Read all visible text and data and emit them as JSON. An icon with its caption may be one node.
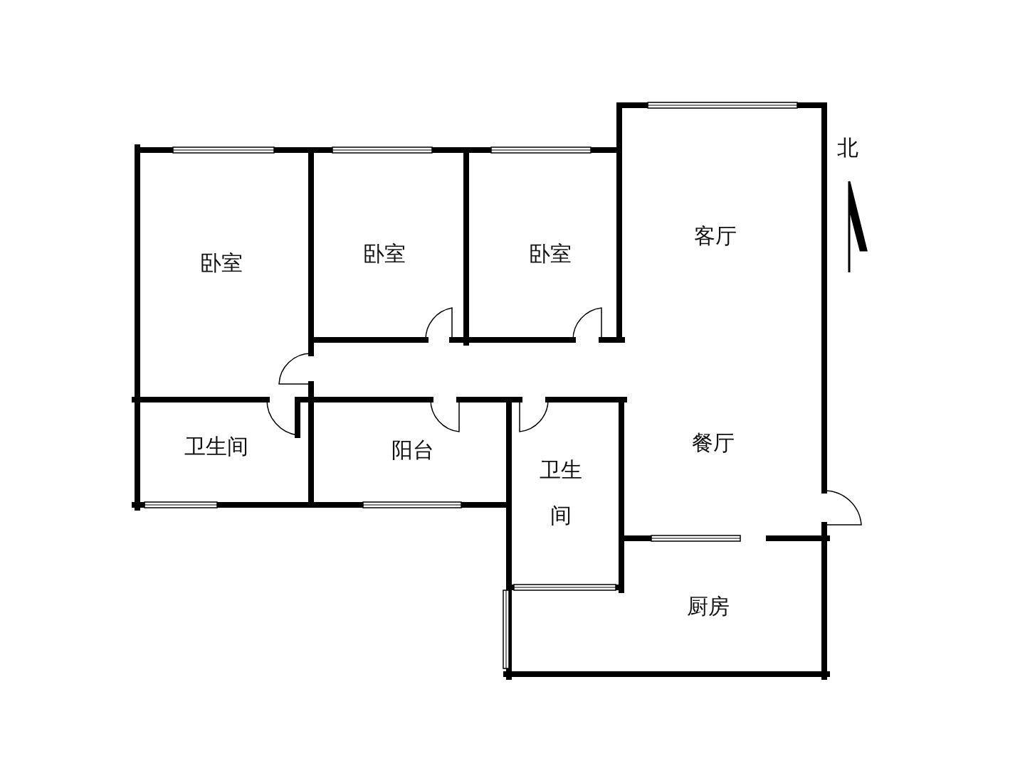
{
  "diagram": {
    "nodes": [
      {
        "text": [
          "卧室"
        ]
      },
      {
        "text": [
          "卧室"
        ]
      },
      {
        "text": [
          "卧室"
        ]
      },
      {
        "text": [
          "客厅",
          "餐厅"
        ]
      },
      {
        "text": [
          "卫生间"
        ]
      },
      {
        "text": [
          "阳台"
        ]
      },
      {
        "text": [
          "卫生间"
        ]
      },
      {
        "text": [
          "厨房"
        ]
      }
    ],
    "labels": [
      "北"
    ]
  }
}
